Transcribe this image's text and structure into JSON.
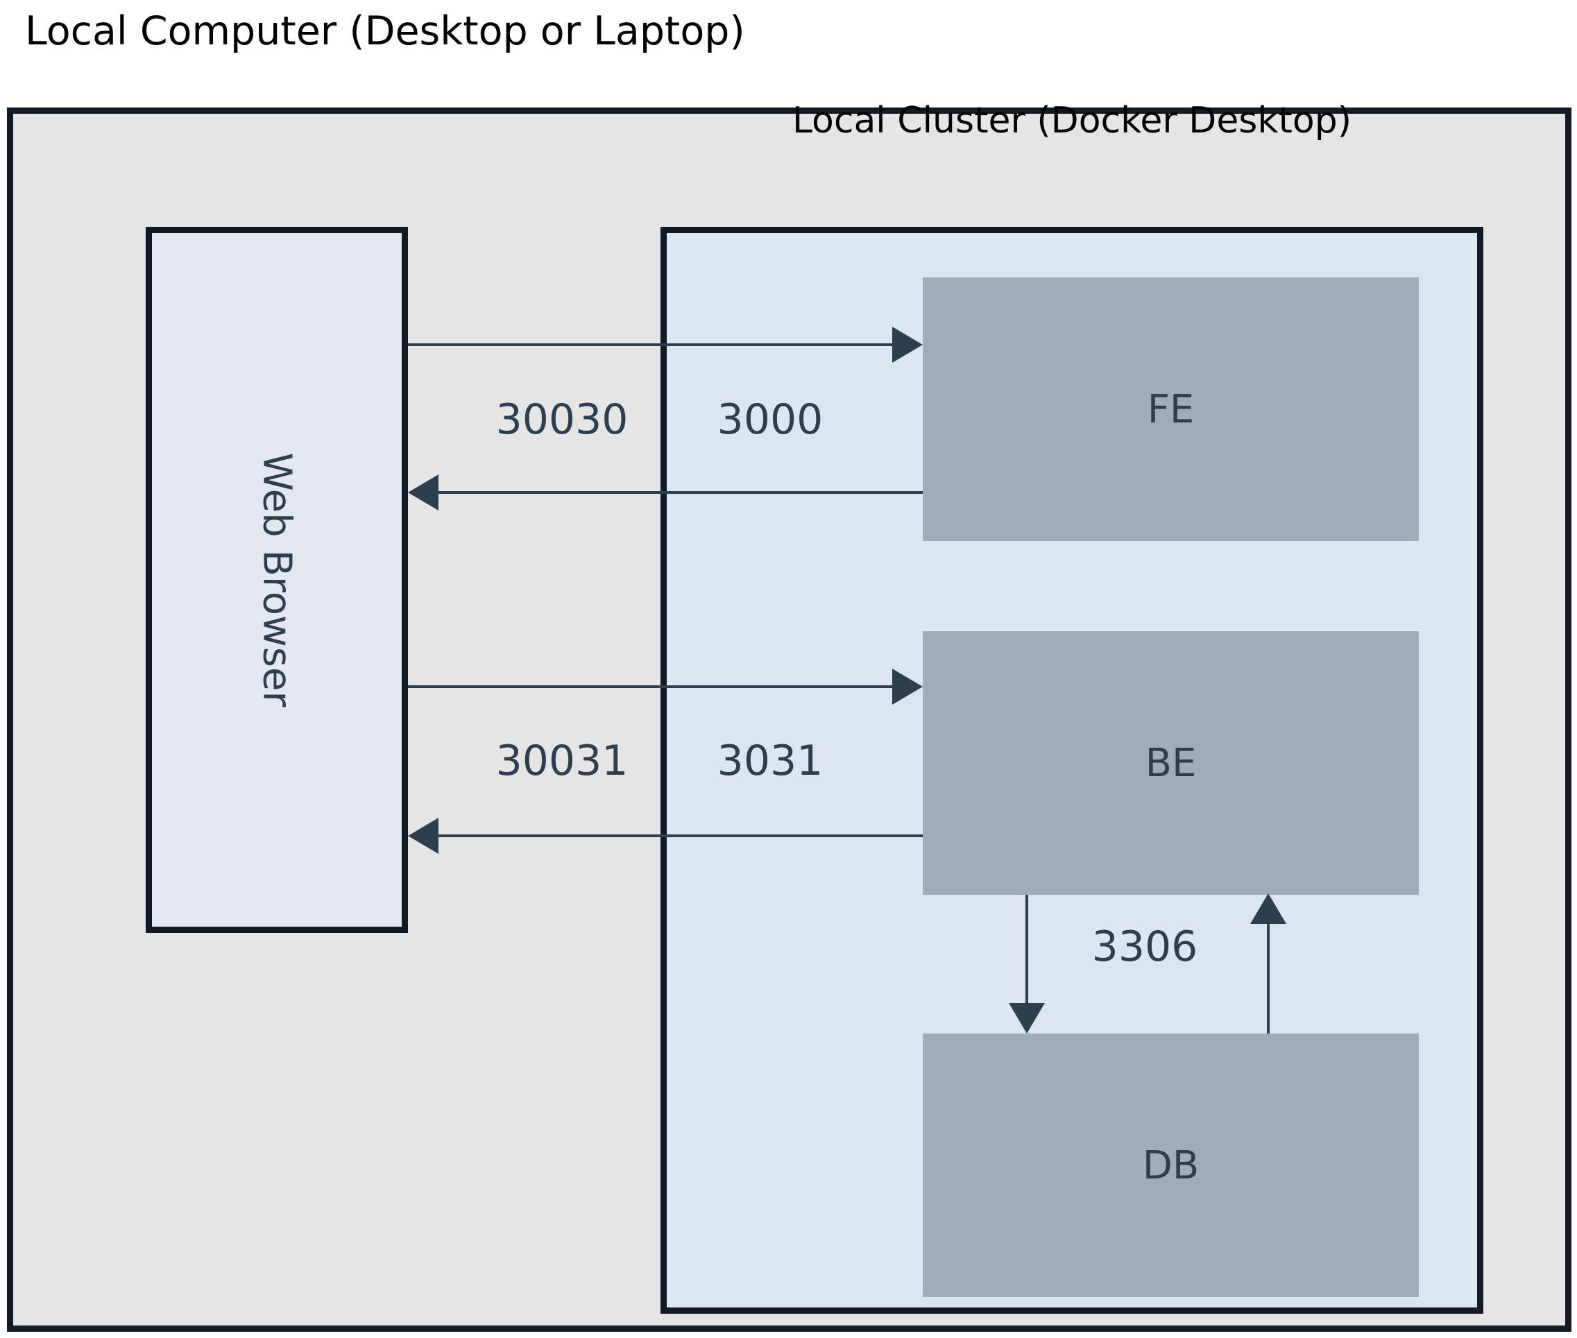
{
  "diagram": {
    "outer_container": {
      "title": "Local Computer (Desktop or Laptop)",
      "fill_color": "#e5e5e5",
      "border_color": "#121a26"
    },
    "cluster_container": {
      "title": "Local Cluster (Docker Desktop)",
      "fill_color": "#dce6f2",
      "border_color": "#121a26"
    },
    "browser": {
      "label": "Web Browser",
      "fill_color": "#e3e7ef",
      "border_color": "#121a26",
      "text_orientation": "vertical-rotated-90"
    },
    "services": [
      {
        "id": "fe",
        "label": "FE",
        "fill_color": "#a0acba"
      },
      {
        "id": "be",
        "label": "BE",
        "fill_color": "#a0acba"
      },
      {
        "id": "db",
        "label": "DB",
        "fill_color": "#a0acba"
      }
    ],
    "connections": [
      {
        "id": "browser-to-fe",
        "from": "Web Browser",
        "to": "FE",
        "direction": "right",
        "host_port": "30030",
        "container_port": "3000"
      },
      {
        "id": "fe-to-browser",
        "from": "FE",
        "to": "Web Browser",
        "direction": "left",
        "host_port": "30030",
        "container_port": "3000"
      },
      {
        "id": "browser-to-be",
        "from": "Web Browser",
        "to": "BE",
        "direction": "right",
        "host_port": "30031",
        "container_port": "3031"
      },
      {
        "id": "be-to-browser",
        "from": "BE",
        "to": "Web Browser",
        "direction": "left",
        "host_port": "30031",
        "container_port": "3031"
      },
      {
        "id": "be-to-db",
        "from": "BE",
        "to": "DB",
        "direction": "down",
        "port": "3306"
      },
      {
        "id": "db-to-be",
        "from": "DB",
        "to": "BE",
        "direction": "up",
        "port": "3306"
      }
    ],
    "port_labels": {
      "fe_host": "30030",
      "fe_container": "3000",
      "be_host": "30031",
      "be_container": "3031",
      "db": "3306"
    },
    "line_color": "#2d3e4f",
    "text_color": "#2d3e4f"
  }
}
